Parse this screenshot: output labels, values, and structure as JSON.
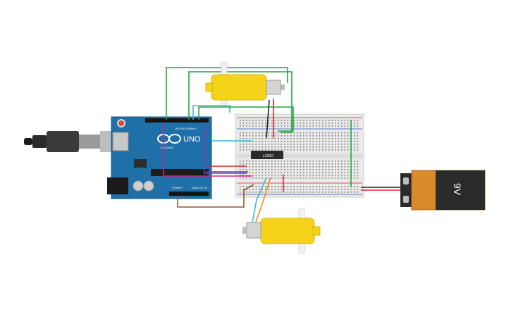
{
  "arduino": {
    "logo_text": "UNO",
    "brand_text": "ARDUINO",
    "digital_label": "DIGITAL (PWM~)",
    "power_label": "POWER",
    "analog_label": "ANALOG IN"
  },
  "driver_ic": {
    "label": "L293D"
  },
  "battery": {
    "label": "9V"
  },
  "colors": {
    "board": "#1f6fa8",
    "breadboard": "#e9e9e9",
    "motor": "#f6d31b",
    "battery_body": "#d98a2b",
    "battery_top": "#2b2b2b",
    "wire_green": "#1fa83a",
    "wire_red": "#e0202a",
    "wire_black": "#222222",
    "wire_cyan": "#3fb6d4",
    "wire_purple": "#9b2fae",
    "wire_magenta": "#d0208c",
    "wire_orange": "#f08a1c",
    "wire_brown": "#8a5a2b",
    "wire_blue": "#2a56c8"
  }
}
